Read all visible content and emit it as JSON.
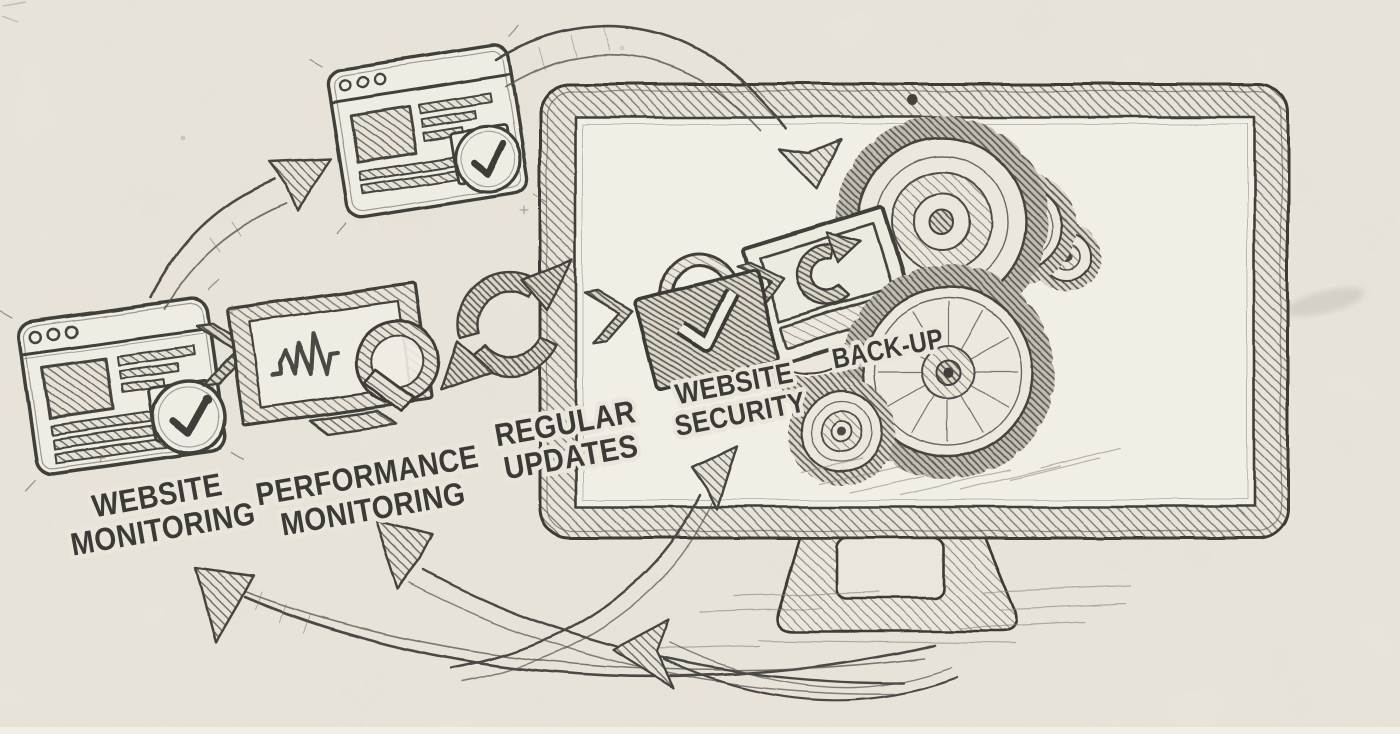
{
  "illustration": {
    "steps": [
      {
        "id": "website-monitoring",
        "label_line1": "WEBSITE",
        "label_line2": "MONITORING",
        "icon": "browser-checkmark-icon"
      },
      {
        "id": "performance-monitoring",
        "label_line1": "PERFORMANCE",
        "label_line2": "MONITORING",
        "icon": "monitor-pulse-magnifier-icon"
      },
      {
        "id": "regular-updates",
        "label_line1": "REGULAR",
        "label_line2": "UPDATES",
        "icon": "refresh-arrows-icon"
      },
      {
        "id": "website-security",
        "label_line1": "WEBSITE",
        "label_line2": "SECURITY",
        "icon": "padlock-checkmark-icon"
      },
      {
        "id": "backup",
        "label_line1": "BACK-UP",
        "label_line2": "",
        "icon": "restore-drive-icon"
      }
    ],
    "separator_icon": "chevron-right-icon",
    "monitor_icon": "desktop-monitor-with-gears-icon",
    "colors": {
      "paper": "#eae6dc",
      "ink": "#45443f",
      "label_text": "#3b3a36"
    }
  }
}
